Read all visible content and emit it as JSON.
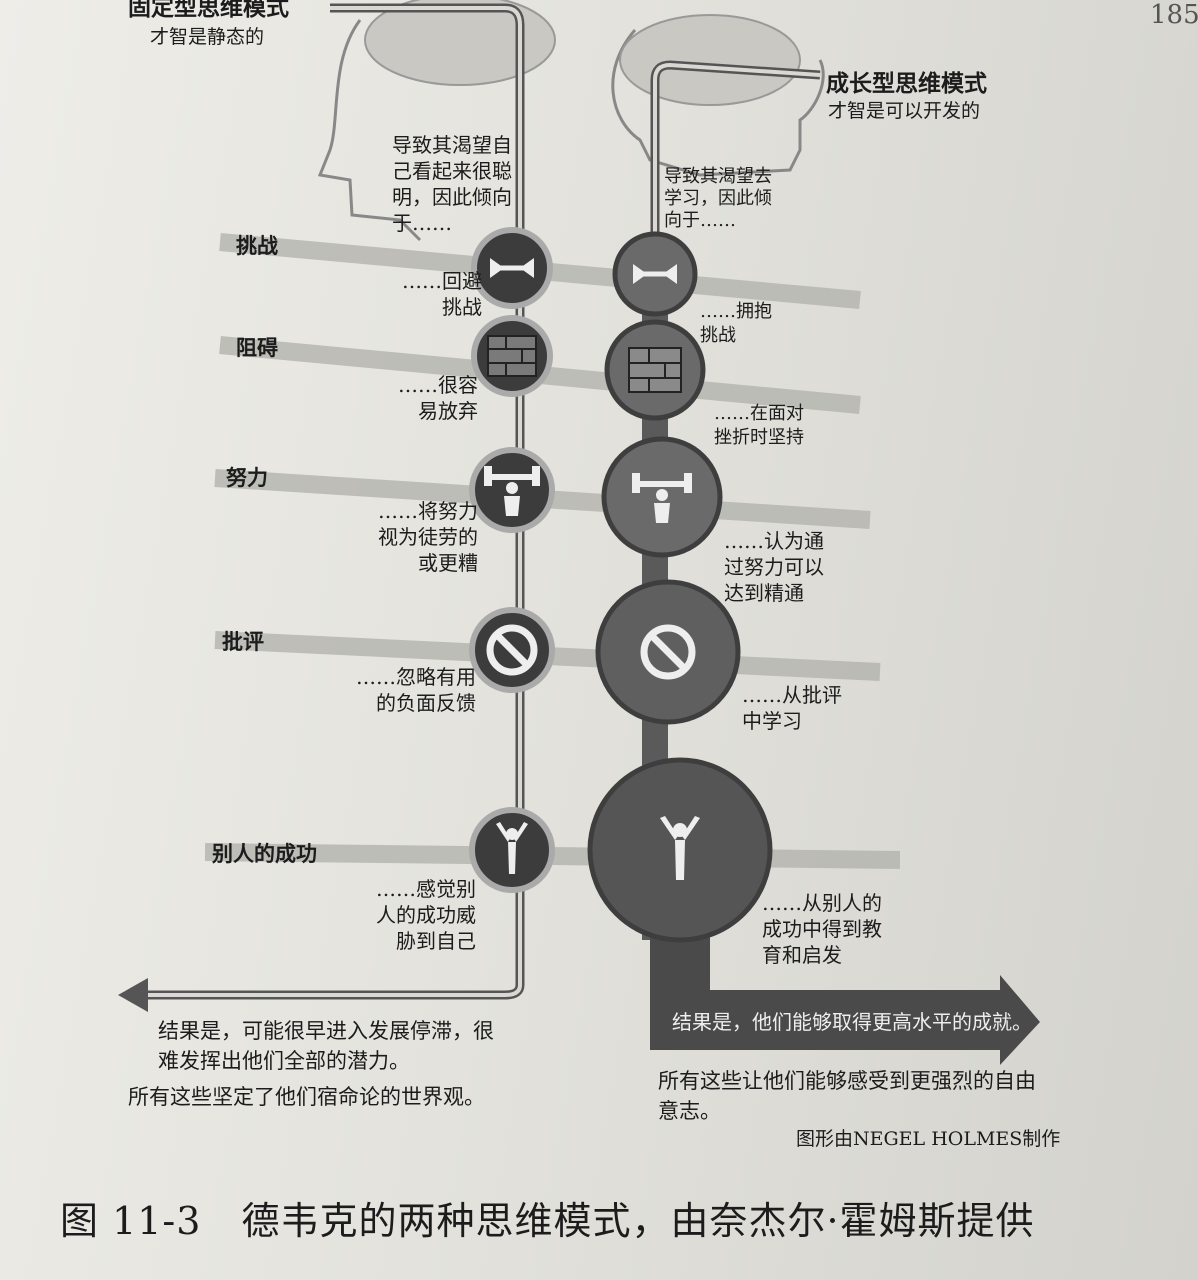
{
  "header": {
    "page_number": "185",
    "fixed_title": "固定型思维模式",
    "fixed_sub": "才智是静态的",
    "growth_title": "成长型思维模式",
    "growth_sub": "才智是可以开发的"
  },
  "fixed": {
    "intro": "导致其渴望自\n己看起来很聪\n明，因此倾向\n于……",
    "responses": [
      "……回避\n挑战",
      "……很容\n易放弃",
      "……将努力\n视为徒劳的\n或更糟",
      "……忽略有用\n的负面反馈",
      "……感觉别\n人的成功威\n胁到自己"
    ],
    "result": "结果是，可能很早进入发展停滞，很\n难发挥出他们全部的潜力。",
    "worldview": "所有这些坚定了他们宿命论的世界观。"
  },
  "growth": {
    "intro": "导致其渴望去\n学习，因此倾\n向于……",
    "responses": [
      "……拥抱\n挑战",
      "……在面对\n挫折时坚持",
      "……认为通\n过努力可以\n达到精通",
      "……从批评\n中学习",
      "……从别人的\n成功中得到教\n育和启发"
    ],
    "result": "结果是，他们能够取得更高水平的成就。",
    "worldview": "所有这些让他们能够感受到更强烈的自由\n意志。"
  },
  "categories": [
    "挑战",
    "阻碍",
    "努力",
    "批评",
    "别人的成功"
  ],
  "icons": [
    "challenge-icon",
    "brick-wall-icon",
    "weightlifter-icon",
    "prohibition-icon",
    "celebrating-person-icon"
  ],
  "credit": "图形由NEGEL HOLMES制作",
  "caption": {
    "number": "图 11-3",
    "text": "德韦克的两种思维模式，由奈杰尔·霍姆斯提供"
  },
  "colors": {
    "dark": "#3a3a3a",
    "mid": "#6d6d6d",
    "band": "#b4b4ae"
  }
}
